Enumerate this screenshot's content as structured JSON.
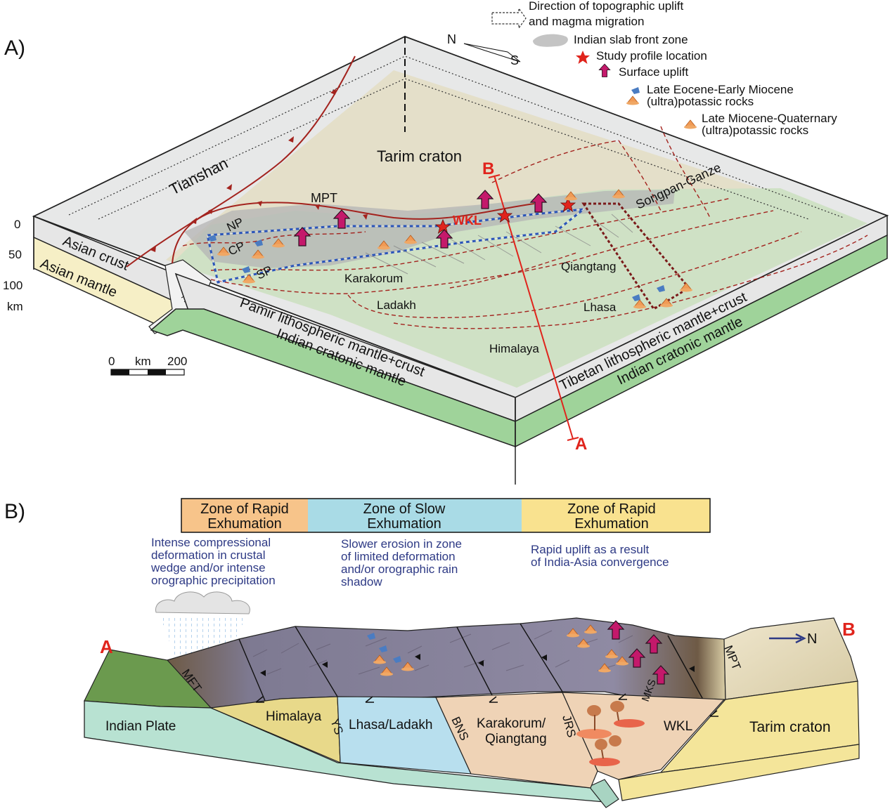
{
  "panel_a": {
    "label": "A)",
    "legend": {
      "uplift_dir_1": "Direction of topographic uplift",
      "uplift_dir_2": "and magma migration",
      "slab_front": "Indian slab front zone",
      "study_profile": "Study profile location",
      "surface_uplift": "Surface uplift",
      "eocene_1": "Late Eocene-Early Miocene",
      "eocene_2": "(ultra)potassic rocks",
      "miocene_1": "Late Miocene-Quaternary",
      "miocene_2": "(ultra)potassic rocks"
    },
    "compass": {
      "n": "N",
      "s": "S"
    },
    "depth": {
      "d0": "0",
      "d50": "50",
      "d100": "100",
      "unit": "km"
    },
    "scale_bar": {
      "zero": "0",
      "unit": "km",
      "max": "200"
    },
    "labels": {
      "tarim": "Tarim craton",
      "tianshan": "Tianshan",
      "mpt": "MPT",
      "songpan": "Songpan-Ganze",
      "wkl": "WKL",
      "np": "NP",
      "cp": "CP",
      "sp": "SP",
      "karakorum": "Karakorum",
      "ladakh": "Ladakh",
      "qiangtang": "Qiangtang",
      "lhasa": "Lhasa",
      "himalaya": "Himalaya",
      "asian_crust": "Asian crust",
      "asian_mantle": "Asian mantle",
      "pamir_mantle": "Pamir lithospheric mantle+crust",
      "indian_mantle_left": "Indian cratonic mantle",
      "tibetan_mantle": "Tibetan lithospheric mantle+crust",
      "indian_mantle_right": "Indian cratonic mantle",
      "profile_a": "A",
      "profile_b": "B"
    }
  },
  "panel_b": {
    "label": "B)",
    "zones": [
      {
        "title_1": "Zone of Rapid",
        "title_2": "Exhumation",
        "color": "#f7c48a"
      },
      {
        "title_1": "Zone of Slow",
        "title_2": "Exhumation",
        "color": "#a9dbe6"
      },
      {
        "title_1": "Zone of Rapid",
        "title_2": "Exhumation",
        "color": "#f9e28f"
      }
    ],
    "descriptions": {
      "left": [
        "Intense compressional",
        "deformation in crustal",
        "wedge and/or intense",
        "orographic precipitation"
      ],
      "middle": [
        "Slower erosion in zone",
        "of limited deformation",
        "and/or orographic rain",
        "shadow"
      ],
      "right": [
        "Rapid uplift as a result",
        "of India-Asia convergence"
      ]
    },
    "labels": {
      "a": "A",
      "b": "B",
      "north": "N",
      "indian_plate": "Indian Plate",
      "himalaya": "Himalaya",
      "lhasa_ladakh": "Lhasa/Ladakh",
      "karakorum_1": "Karakorum/",
      "karakorum_2": "Qiangtang",
      "wkl": "WKL",
      "tarim": "Tarim craton",
      "mft": "MFT",
      "ys": "YS",
      "bns": "BNS",
      "jrs": "JRS",
      "mks": "MKS",
      "mpt": "MPT"
    }
  },
  "colors": {
    "red": "#e0241c",
    "magenta": "#c4196b",
    "blue_dash": "#2a54b8",
    "fault": "#a3231e",
    "map_green": "#cfe1c5",
    "map_beige": "#e4dfc9",
    "slab_grey": "#b4b4b4",
    "orange_rock": "#f09a55",
    "blue_rock": "#4a7cc2",
    "mantle_green": "#9fd39a",
    "mantle_yellow": "#f6efc6",
    "text_navy": "#2e3a85"
  }
}
